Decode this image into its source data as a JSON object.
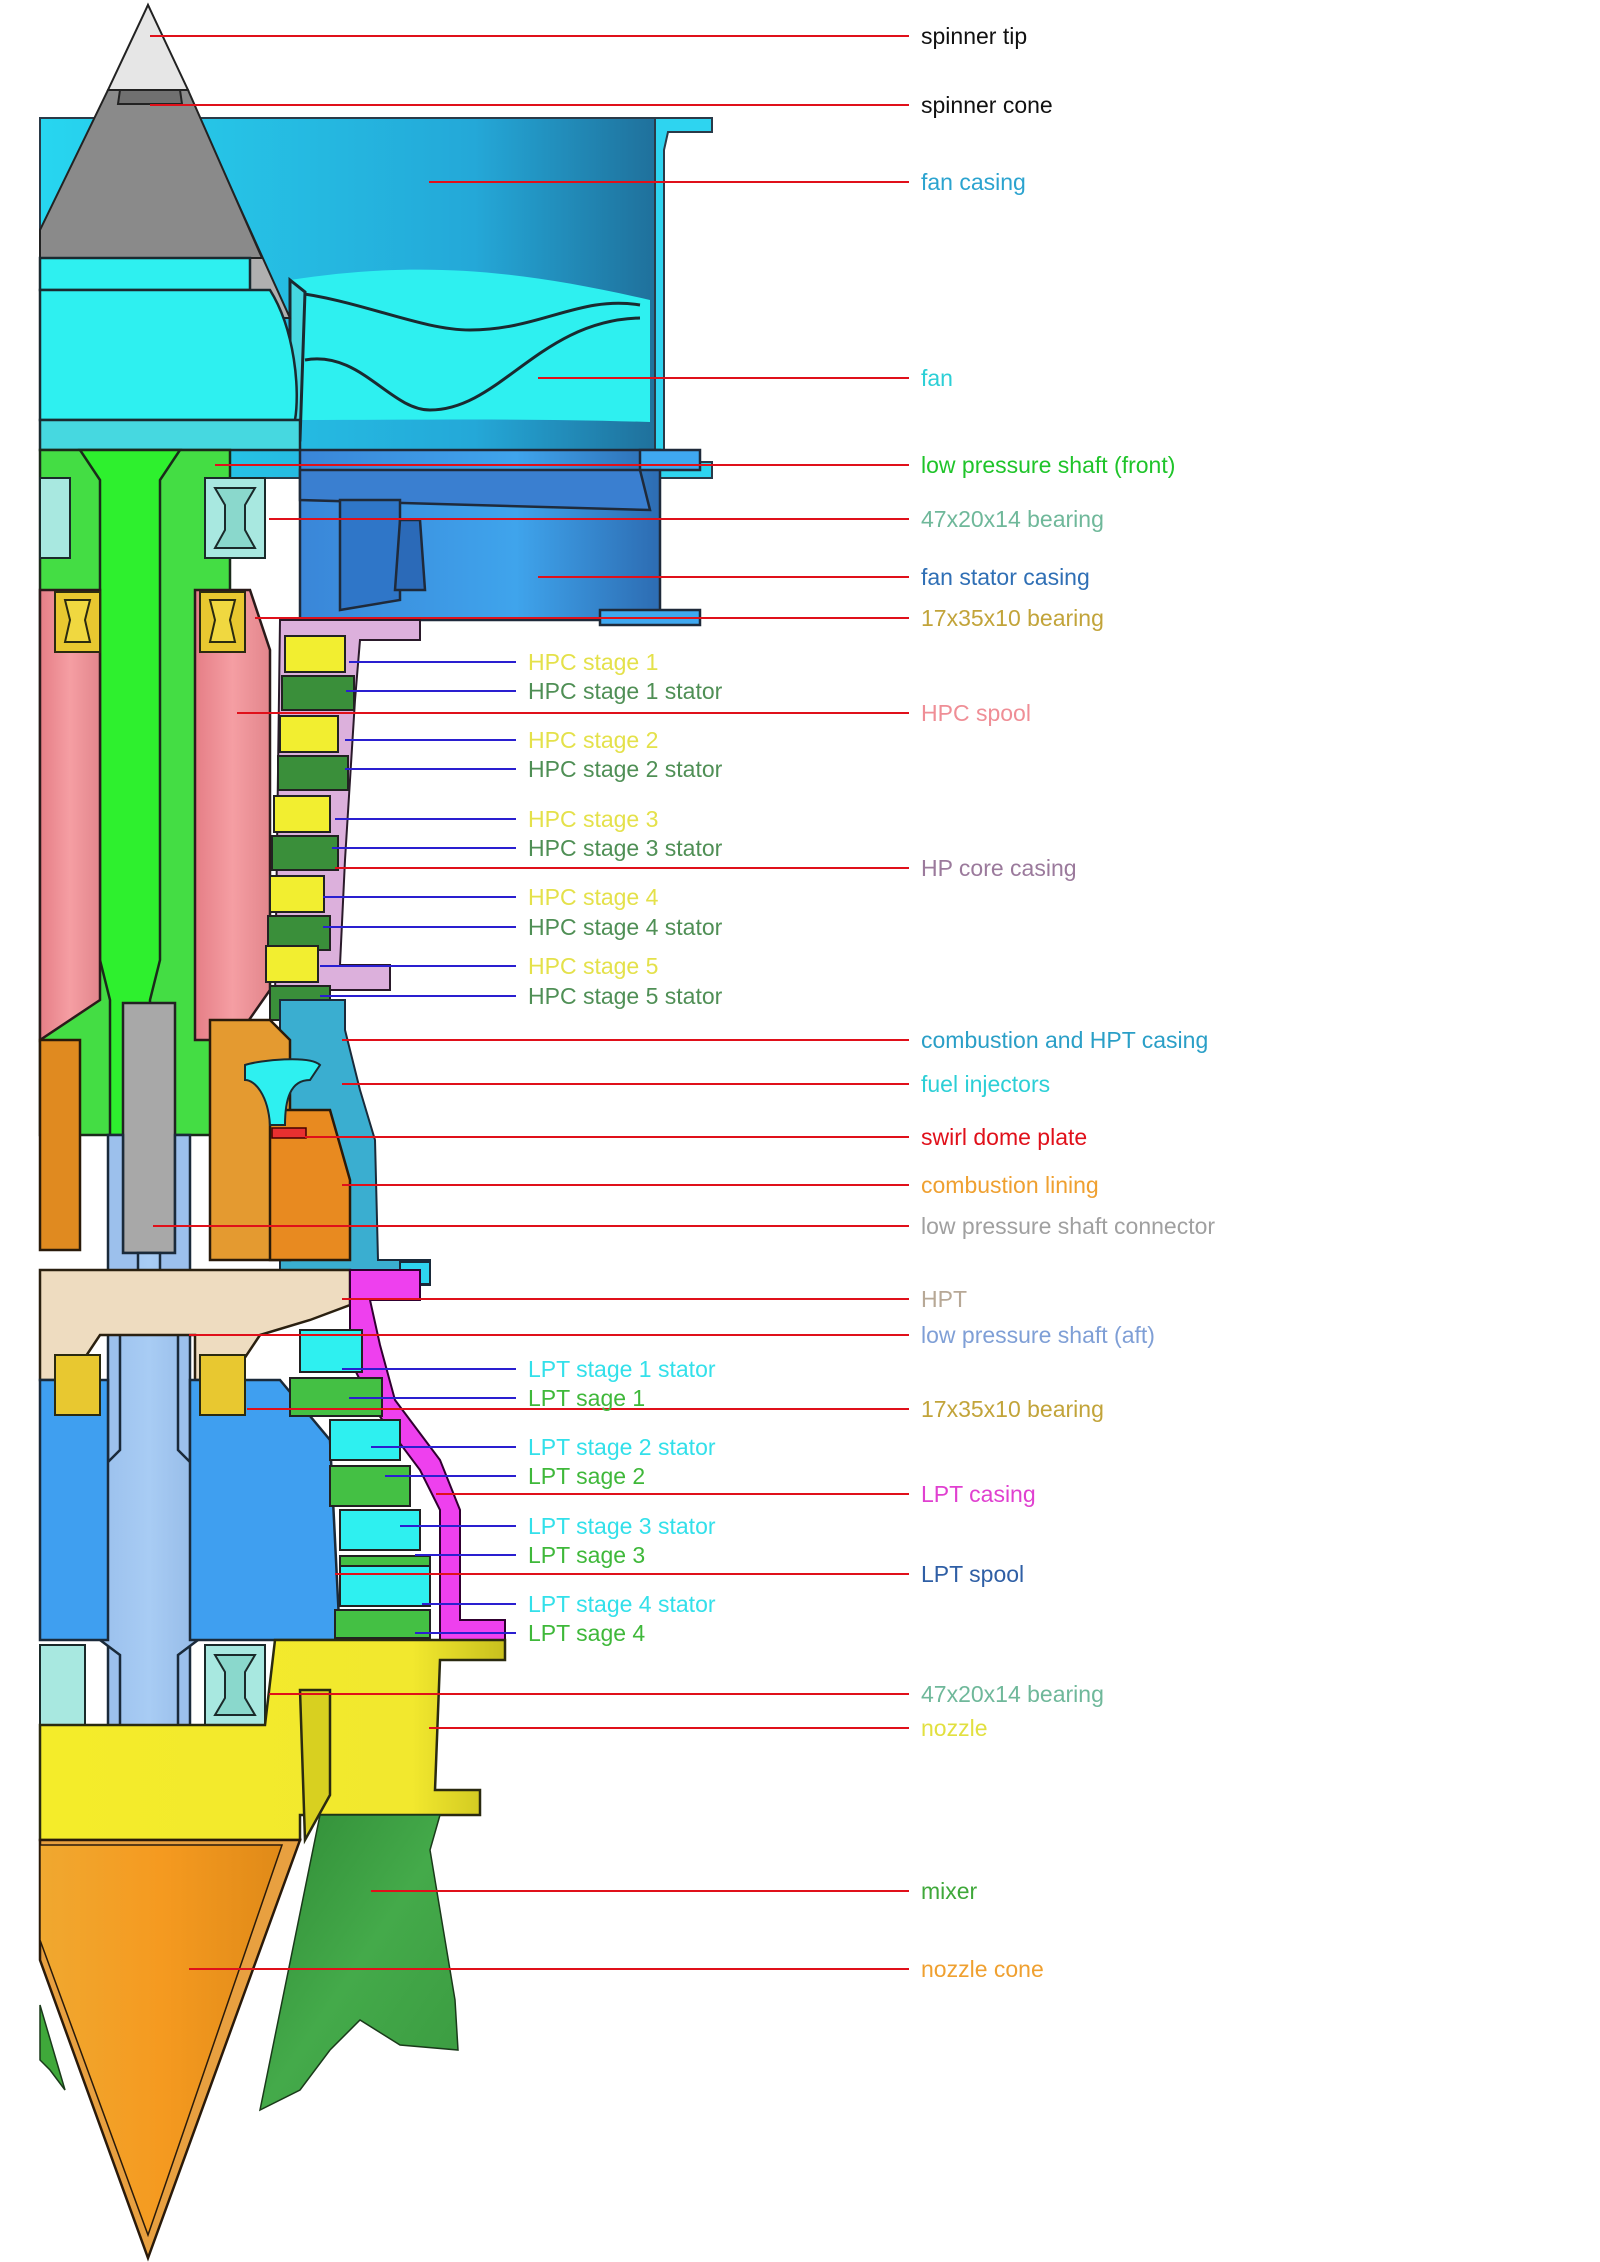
{
  "title": "Turbofan engine cross-section component callouts",
  "leader_colors": {
    "main": "#e0101a",
    "stage": "#2a1fd0"
  },
  "labels_right": [
    {
      "key": "spinner_tip",
      "text": "spinner tip",
      "color": "#111111"
    },
    {
      "key": "spinner_cone",
      "text": "spinner cone",
      "color": "#111111"
    },
    {
      "key": "fan_casing",
      "text": "fan casing",
      "color": "#2ba3cf"
    },
    {
      "key": "fan",
      "text": "fan",
      "color": "#2ccfd6"
    },
    {
      "key": "lp_shaft_front",
      "text": "low pressure shaft (front)",
      "color": "#1fc42a"
    },
    {
      "key": "bearing_47_front",
      "text": "47x20x14 bearing",
      "color": "#6fb89a"
    },
    {
      "key": "fan_stator_casing",
      "text": "fan stator casing",
      "color": "#2f6fb5"
    },
    {
      "key": "bearing_17_front",
      "text": "17x35x10 bearing",
      "color": "#c2a43a"
    },
    {
      "key": "hpc_spool",
      "text": "HPC spool",
      "color": "#ef8e96"
    },
    {
      "key": "hp_core_casing",
      "text": "HP core casing",
      "color": "#9b7a9c"
    },
    {
      "key": "combustion_hpt_casing",
      "text": "combustion and HPT casing",
      "color": "#2a9fc7"
    },
    {
      "key": "fuel_injectors",
      "text": "fuel injectors",
      "color": "#2ccfd6"
    },
    {
      "key": "swirl_dome_plate",
      "text": "swirl dome plate",
      "color": "#e0101a"
    },
    {
      "key": "combustion_lining",
      "text": "combustion lining",
      "color": "#efa030"
    },
    {
      "key": "lp_shaft_connector",
      "text": "low pressure shaft connector",
      "color": "#a0a0a0"
    },
    {
      "key": "hpt",
      "text": "HPT",
      "color": "#b7a896"
    },
    {
      "key": "lp_shaft_aft",
      "text": "low pressure shaft (aft)",
      "color": "#7f9fd6"
    },
    {
      "key": "bearing_17_aft",
      "text": "17x35x10 bearing",
      "color": "#c2a43a"
    },
    {
      "key": "lpt_casing",
      "text": "LPT casing",
      "color": "#e040d0"
    },
    {
      "key": "lpt_spool",
      "text": "LPT spool",
      "color": "#2f5fa5"
    },
    {
      "key": "bearing_47_aft",
      "text": "47x20x14 bearing",
      "color": "#6fb89a"
    },
    {
      "key": "nozzle",
      "text": "nozzle",
      "color": "#e2e040"
    },
    {
      "key": "mixer",
      "text": "mixer",
      "color": "#3fa83a"
    },
    {
      "key": "nozzle_cone",
      "text": "nozzle cone",
      "color": "#efa030"
    }
  ],
  "labels_stage": [
    {
      "key": "hpc1",
      "text": "HPC stage 1",
      "color": "#e4e14a"
    },
    {
      "key": "hpc1s",
      "text": "HPC stage 1 stator",
      "color": "#4f8f55"
    },
    {
      "key": "hpc2",
      "text": "HPC stage 2",
      "color": "#e4e14a"
    },
    {
      "key": "hpc2s",
      "text": "HPC stage 2 stator",
      "color": "#4f8f55"
    },
    {
      "key": "hpc3",
      "text": "HPC stage 3",
      "color": "#e4e14a"
    },
    {
      "key": "hpc3s",
      "text": "HPC stage 3 stator",
      "color": "#4f8f55"
    },
    {
      "key": "hpc4",
      "text": "HPC stage 4",
      "color": "#e4e14a"
    },
    {
      "key": "hpc4s",
      "text": "HPC stage 4 stator",
      "color": "#4f8f55"
    },
    {
      "key": "hpc5",
      "text": "HPC stage 5",
      "color": "#e4e14a"
    },
    {
      "key": "hpc5s",
      "text": "HPC stage 5 stator",
      "color": "#4f8f55"
    },
    {
      "key": "lpt1s",
      "text": "LPT stage 1 stator",
      "color": "#33e0ea"
    },
    {
      "key": "lpt1",
      "text": "LPT sage 1",
      "color": "#3fb83a"
    },
    {
      "key": "lpt2s",
      "text": "LPT stage 2 stator",
      "color": "#33e0ea"
    },
    {
      "key": "lpt2",
      "text": "LPT sage 2",
      "color": "#3fb83a"
    },
    {
      "key": "lpt3s",
      "text": "LPT stage 3 stator",
      "color": "#33e0ea"
    },
    {
      "key": "lpt3",
      "text": "LPT sage 3",
      "color": "#3fb83a"
    },
    {
      "key": "lpt4s",
      "text": "LPT stage 4 stator",
      "color": "#33e0ea"
    },
    {
      "key": "lpt4",
      "text": "LPT sage 4",
      "color": "#3fb83a"
    }
  ]
}
